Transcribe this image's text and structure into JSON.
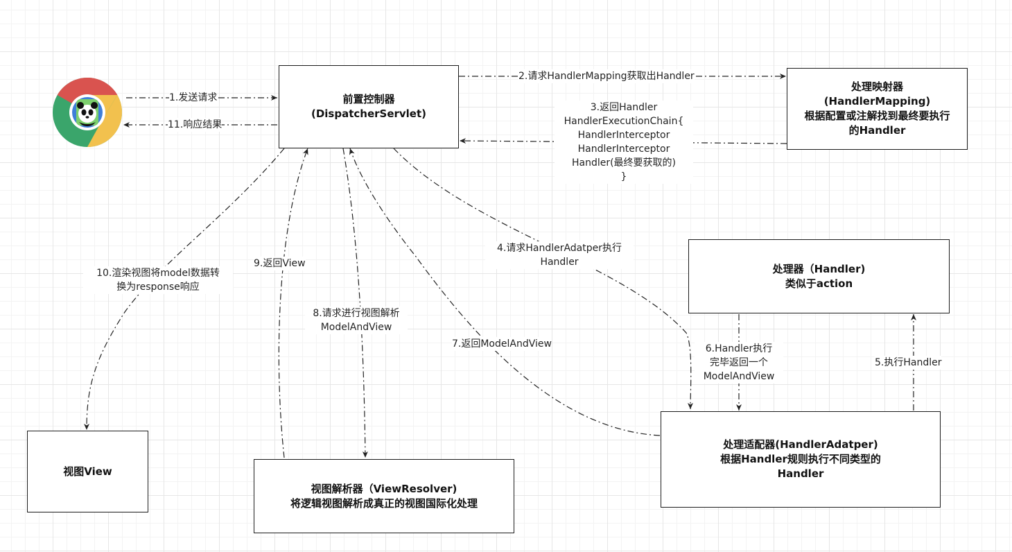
{
  "nodes": {
    "dispatcher": {
      "line1": "前置控制器",
      "line2": "(DispatcherServlet)"
    },
    "handler_mapping": {
      "line1": "处理映射器",
      "line2": "(HandlerMapping)",
      "line3": "根据配置或注解找到最终要执行",
      "line4": "的Handler"
    },
    "handler": {
      "line1": "处理器（Handler)",
      "line2": "类似于action"
    },
    "handler_adapter": {
      "line1": "处理适配器(HandlerAdatper)",
      "line2": "根据Handler规则执行不同类型的",
      "line3": "Handler"
    },
    "view_resolver": {
      "line1": "视图解析器（ViewResolver)",
      "line2": "将逻辑视图解析成真正的视图国际化处理"
    },
    "view": {
      "line1": "视图View"
    }
  },
  "edges": {
    "e1": {
      "line1": "1.发送请求"
    },
    "e11": {
      "line1": "11.响应结果"
    },
    "e2": {
      "line1": "2.请求HandlerMapping获取出Handler"
    },
    "e3": {
      "line1": "3.返回Handler",
      "line2": "HandlerExecutionChain{",
      "line3": "HandlerInterceptor",
      "line4": "HandlerInterceptor",
      "line5": "Handler(最终要获取的)",
      "line6": "}"
    },
    "e4": {
      "line1": "4.请求HandlerAdatper执行",
      "line2": "Handler"
    },
    "e5": {
      "line1": "5.执行Handler"
    },
    "e6": {
      "line1": "6.Handler执行",
      "line2": "完毕返回一个",
      "line3": "ModelAndView"
    },
    "e7": {
      "line1": "7.返回ModelAndView"
    },
    "e8": {
      "line1": "8.请求进行视图解析",
      "line2": "ModelAndView"
    },
    "e9": {
      "line1": "9.返回View"
    },
    "e10": {
      "line1": "10.渲染视图将model数据转",
      "line2": "换为response响应"
    }
  },
  "browser_icon": "chrome-panda-browser-icon",
  "colors": {
    "stroke": "#222222",
    "chrome_red": "#d9534f",
    "chrome_green": "#3aa56b",
    "chrome_yellow": "#f2c14e",
    "chrome_blue": "#3f7fd8"
  }
}
